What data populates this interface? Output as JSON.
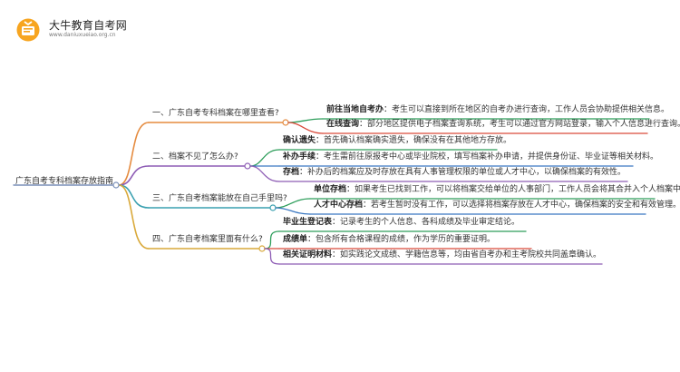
{
  "brand": {
    "name": "大牛教育自考网",
    "url": "www.daniuxueiao.org.cn"
  },
  "root": "广东自考专科档案存放指南",
  "branches": [
    {
      "label": "一、广东自考专科档案在哪里查看?",
      "color": "#e58b3f",
      "items": [
        {
          "key": "前往当地自考办",
          "text": "：考生可以直接到所在地区的自考办进行查询，工作人员会协助提供相关信息。",
          "color": "#2e9e5b"
        },
        {
          "key": "在线查询",
          "text": "：部分地区提供电子档案查询系统，考生可以通过官方网站登录，输入个人信息进行查询。",
          "color": "#d94a3a"
        }
      ]
    },
    {
      "label": "二、档案不见了怎么办?",
      "color": "#8e5db5",
      "items": [
        {
          "key": "确认遗失",
          "text": "：首先确认档案确实遗失，确保没有在其他地方存放。",
          "color": "#2e9e5b"
        },
        {
          "key": "补办手续",
          "text": "：考生需前往原报考中心或毕业院校，填写档案补办申请，并提供身份证、毕业证等相关材料。",
          "color": "#3a78c2"
        },
        {
          "key": "存档",
          "text": "：补办后的档案应及时存放在具有人事管理权限的单位或人才中心，以确保档案的有效性。",
          "color": "#8e5db5"
        }
      ]
    },
    {
      "label": "三、广东自考档案能放在自己手里吗?",
      "color": "#3aa0b0",
      "items": [
        {
          "key": "单位存档",
          "text": "：如果考生已找到工作，可以将档案交给单位的人事部门，工作人员会将其合并入个人档案中。",
          "color": "#2e9e5b"
        },
        {
          "key": "人才中心存档",
          "text": "：若考生暂时没有工作，可以选择将档案存放在人才中心，确保档案的安全和有效管理。",
          "color": "#3a78c2"
        }
      ]
    },
    {
      "label": "四、广东自考档案里面有什么?",
      "color": "#d9a93a",
      "items": [
        {
          "key": "毕业生登记表",
          "text": "：记录考生的个人信息、各科成绩及毕业审定结论。",
          "color": "#2e9e5b"
        },
        {
          "key": "成绩单",
          "text": "：包含所有合格课程的成绩，作为学历的重要证明。",
          "color": "#d94a3a"
        },
        {
          "key": "相关证明材料",
          "text": "：如实践论文成绩、学籍信息等，均由省自考办和主考院校共同盖章确认。",
          "color": "#8e5db5"
        }
      ]
    }
  ]
}
